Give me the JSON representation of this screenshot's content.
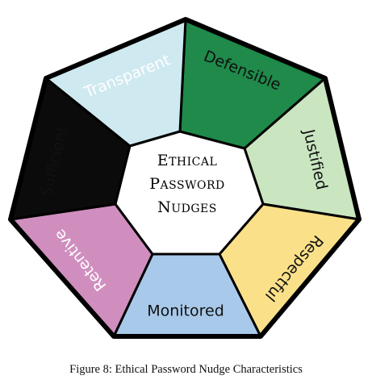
{
  "center": {
    "line1": {
      "cap": "E",
      "rest": "THICAL"
    },
    "line2": {
      "cap": "P",
      "rest": "ASSWORD"
    },
    "line3": {
      "cap": "N",
      "rest": "UDGES"
    }
  },
  "segments": [
    {
      "key": "transparent",
      "label": "Transparent",
      "fill": "#1f8a4a",
      "text_color": "#ffffff"
    },
    {
      "key": "defensible",
      "label": "Defensible",
      "fill": "#c9e6c0",
      "text_color": "#111111"
    },
    {
      "key": "justified",
      "label": "Justified",
      "fill": "#fae189",
      "text_color": "#111111"
    },
    {
      "key": "respectful",
      "label": "Respectful",
      "fill": "#a9c9ea",
      "text_color": "#111111"
    },
    {
      "key": "monitored",
      "label": "Monitored",
      "fill": "#d08ebf",
      "text_color": "#111111"
    },
    {
      "key": "retentive",
      "label": "Retentive",
      "fill": "#0b0b0b",
      "text_color": "#ffffff"
    },
    {
      "key": "sufficient",
      "label": "Sufficient",
      "fill": "#cfe9f0",
      "text_color": "#111111"
    }
  ],
  "caption": "Figure 8: Ethical Password Nudge Characteristics"
}
